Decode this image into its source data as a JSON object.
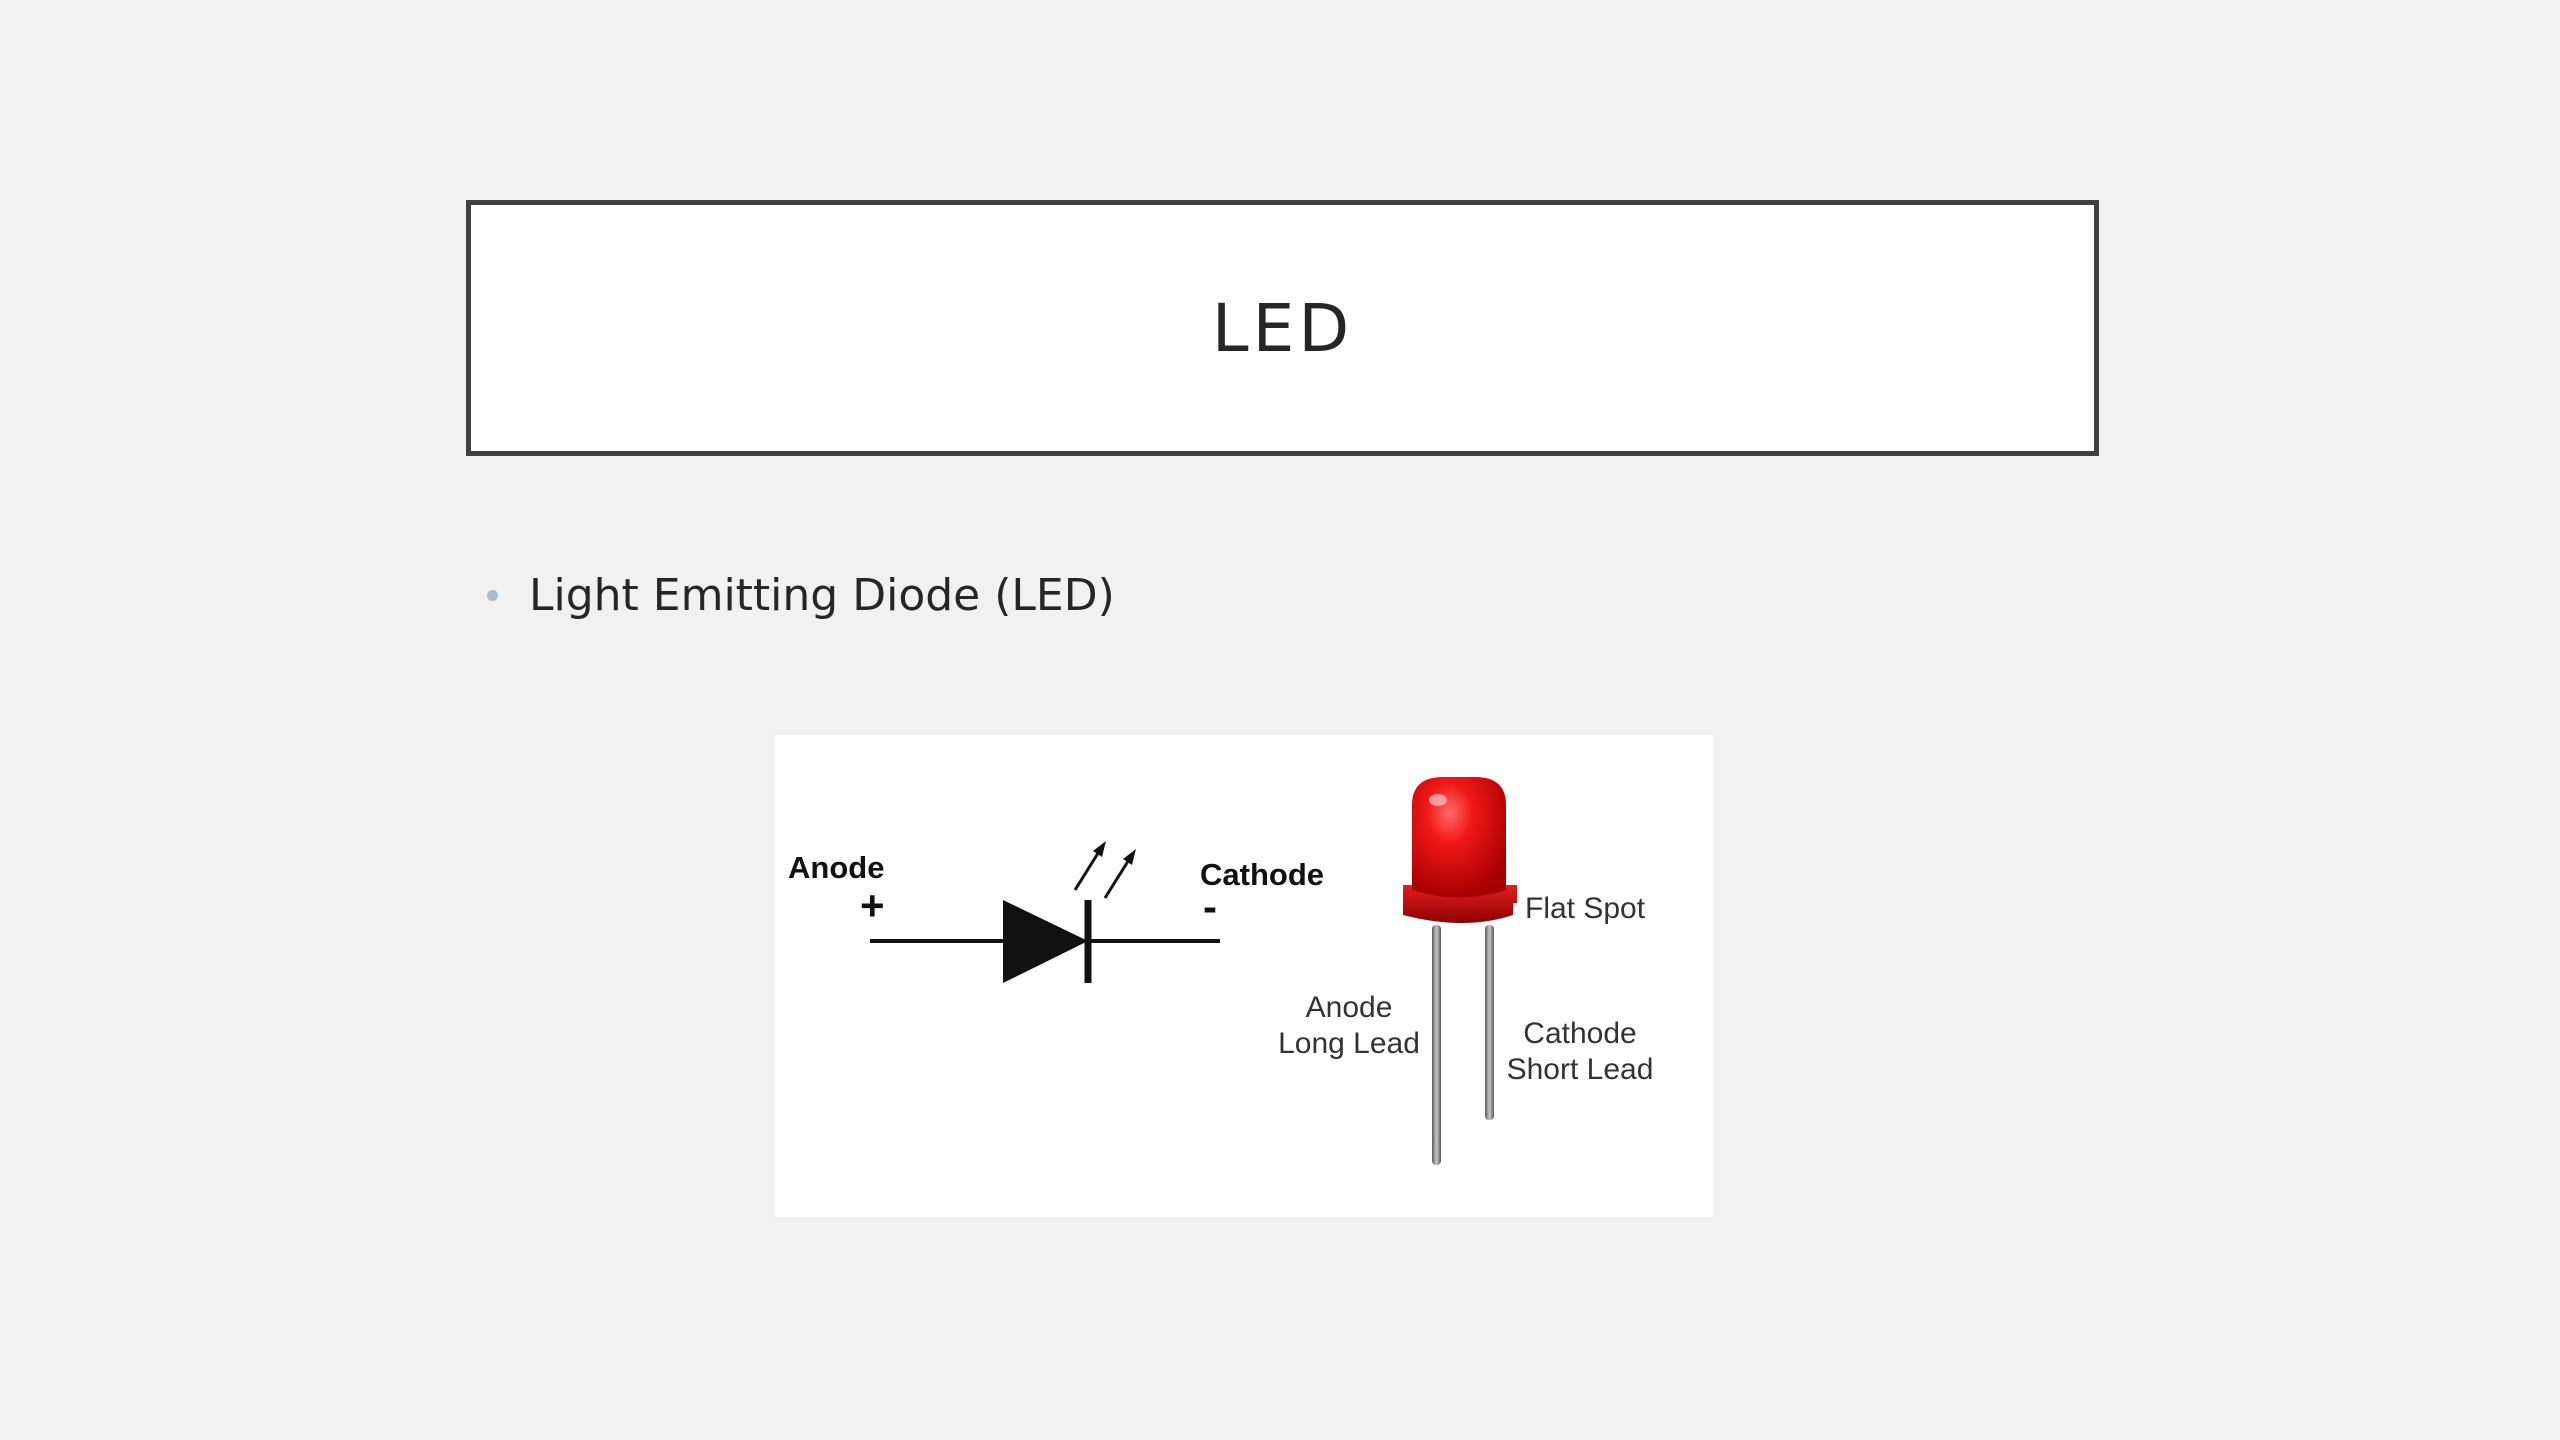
{
  "slide": {
    "title": "LED",
    "bullets": [
      {
        "text": "Light Emitting Diode (LED)"
      }
    ]
  },
  "diagram": {
    "symbol": {
      "anode_label": "Anode",
      "anode_sign": "+",
      "cathode_label": "Cathode",
      "cathode_sign": "-"
    },
    "led": {
      "flat_spot_label": "Flat Spot",
      "anode_lead_line1": "Anode",
      "anode_lead_line2": "Long Lead",
      "cathode_lead_line1": "Cathode",
      "cathode_lead_line2": "Short Lead"
    },
    "colors": {
      "led_red": "#e01010",
      "led_dark_red": "#b00000",
      "lead_gray": "#8a8a8a",
      "symbol_black": "#111111"
    }
  }
}
